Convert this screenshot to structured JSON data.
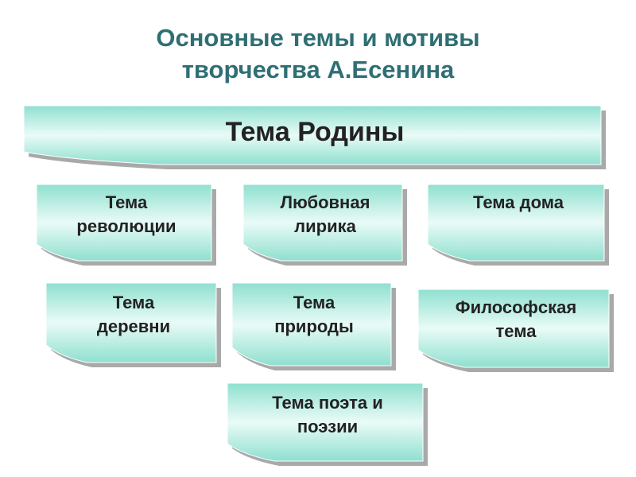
{
  "title": {
    "line1": "Основные темы и мотивы",
    "line2": "творчества А.Есенина"
  },
  "main_topic": "Тема Родины",
  "topics": [
    {
      "line1": "Тема",
      "line2": "революции"
    },
    {
      "line1": "Любовная",
      "line2": "лирика"
    },
    {
      "line1": "Тема дома",
      "line2": ""
    },
    {
      "line1": "Тема",
      "line2": "деревни"
    },
    {
      "line1": "Тема",
      "line2": "природы"
    },
    {
      "line1": "Философская",
      "line2": "тема"
    },
    {
      "line1": "Тема поэта и",
      "line2": "поэзии"
    }
  ],
  "colors": {
    "title": "#2f6f74",
    "card_fill_center": "#e9fbf7",
    "card_fill_edge": "#8fe0cf",
    "card_shadow": "#a9a9a9",
    "text": "#222222"
  }
}
